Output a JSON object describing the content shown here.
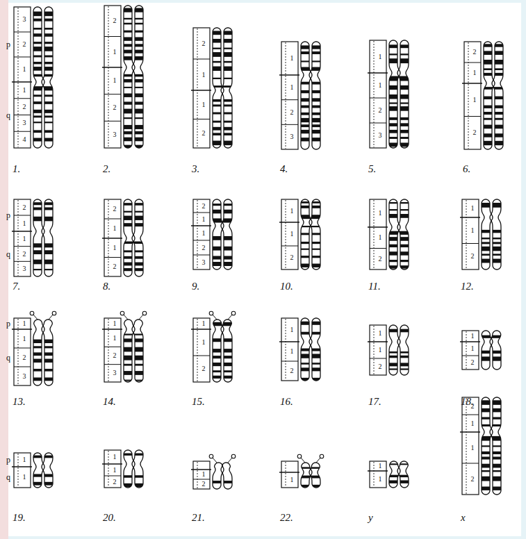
{
  "diagram": {
    "labels": [
      "p",
      "3",
      "2",
      "1",
      "q",
      "1",
      "2",
      "3",
      "4",
      "1.",
      "2",
      "1",
      "1",
      "2",
      "3",
      "2.",
      "2",
      "1",
      "1",
      "2",
      "3.",
      "1",
      "1",
      "2",
      "3",
      "4.",
      "1",
      "1",
      "2",
      "3",
      "5.",
      "2",
      "1",
      "1",
      "2",
      "6.",
      "p",
      "2",
      "1",
      "q",
      "1",
      "2",
      "3",
      "7.",
      "2",
      "1",
      "1",
      "2",
      "8.",
      "2",
      "1",
      "1",
      "2",
      "3",
      "9.",
      "1",
      "1",
      "2",
      "10.",
      "1",
      "1",
      "2",
      "11.",
      "1",
      "1",
      "2",
      "12.",
      "p",
      "1",
      "q",
      "1",
      "2",
      "3",
      "13.",
      "1",
      "1",
      "2",
      "3",
      "14.",
      "1",
      "1",
      "2",
      "15.",
      "1",
      "1",
      "2",
      "16.",
      "1",
      "1",
      "2",
      "17.",
      "1",
      "1",
      "2",
      "18.",
      "p",
      "1",
      "q",
      "1",
      "19.",
      "1",
      "1",
      "2",
      "20.",
      "1",
      "2",
      "21.",
      "1",
      "22.",
      "1",
      "1",
      "y",
      "2",
      "1",
      "1",
      "2",
      "x"
    ]
  }
}
